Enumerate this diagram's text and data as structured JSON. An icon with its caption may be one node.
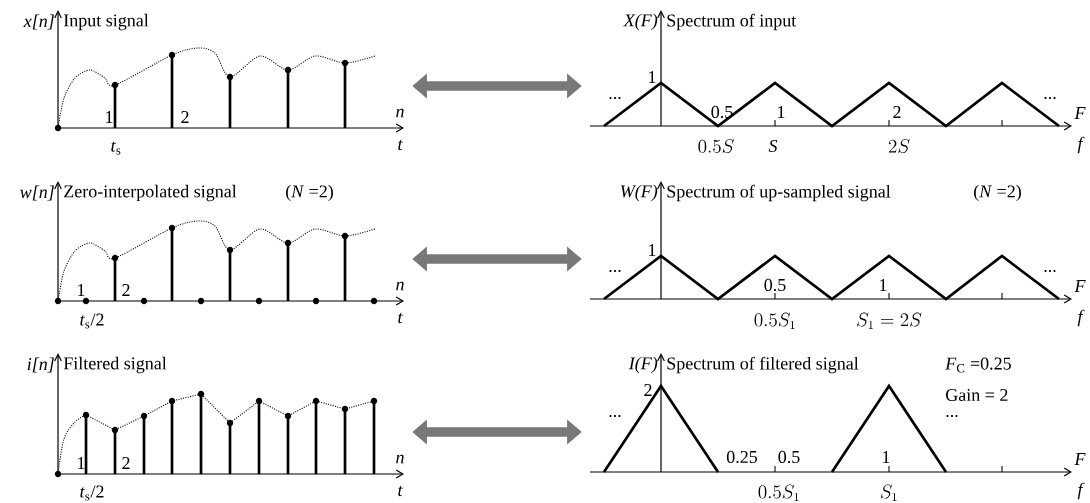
{
  "diagram": {
    "nodes": [
      {
        "text": [
          "x[n]",
          "Input signal"
        ]
      },
      {
        "text": [
          "X(F)",
          "Spectrum of input"
        ]
      },
      {
        "text": [
          "w[n]",
          "Zero-interpolated signal",
          "(*N* =2)"
        ]
      },
      {
        "text": [
          "W(F)",
          "Spectrum of up-sampled signal",
          "(*N* =2)"
        ]
      },
      {
        "text": [
          "i[n]",
          "Filtered signal"
        ]
      },
      {
        "text": [
          "I(F)",
          "Spectrum of filtered signal"
        ]
      }
    ],
    "edges": [
      {
        "from": 0,
        "to": 1,
        "arrow": "both"
      },
      {
        "from": 2,
        "to": 3,
        "arrow": "both"
      },
      {
        "from": 4,
        "to": 5,
        "arrow": "both"
      }
    ],
    "labels": [
      "1",
      "2",
      "n",
      "*t*$_{s}$",
      "t",
      "1",
      "...",
      "0.5",
      "1",
      "2",
      "...",
      "F",
      "0.5S",
      "S",
      "2S",
      "f",
      "1",
      "2",
      "n",
      "*t*$_{s}$/2",
      "t",
      "1",
      "...",
      "0.5",
      "1",
      "...",
      "F",
      "0.5S_{1}",
      "S_{1}=2S",
      "f",
      "1",
      "2",
      "n",
      "*t*$_{s}$/2",
      "t",
      "2",
      "...",
      "0.25",
      "0.5",
      "1",
      "...",
      "F",
      "0.5S_{1}",
      "S_{1}",
      "f",
      "*F*$_{C}$ =0.25",
      "Gain = 2"
    ]
  }
}
